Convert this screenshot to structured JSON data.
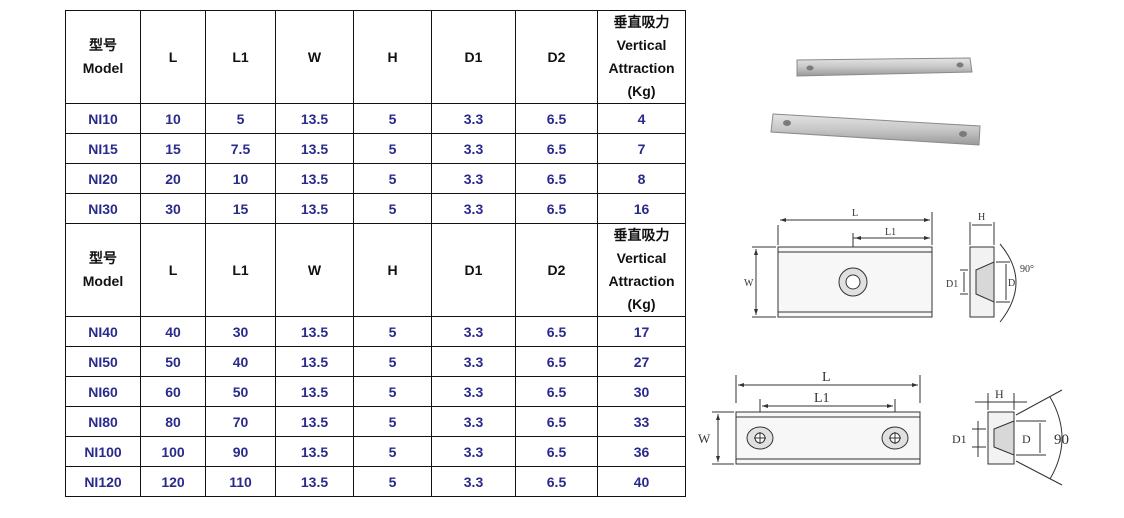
{
  "table": {
    "header": {
      "model_cn": "型号",
      "model_en": "Model",
      "L": "L",
      "L1": "L1",
      "W": "W",
      "H": "H",
      "D1": "D1",
      "D2": "D2",
      "attraction_cn": "垂直吸力",
      "attraction_en1": "Vertical",
      "attraction_en2": "Attraction",
      "attraction_unit": "(Kg)"
    },
    "group1": [
      [
        "NI10",
        "10",
        "5",
        "13.5",
        "5",
        "3.3",
        "6.5",
        "4"
      ],
      [
        "NI15",
        "15",
        "7.5",
        "13.5",
        "5",
        "3.3",
        "6.5",
        "7"
      ],
      [
        "NI20",
        "20",
        "10",
        "13.5",
        "5",
        "3.3",
        "6.5",
        "8"
      ],
      [
        "NI30",
        "30",
        "15",
        "13.5",
        "5",
        "3.3",
        "6.5",
        "16"
      ]
    ],
    "group2": [
      [
        "NI40",
        "40",
        "30",
        "13.5",
        "5",
        "3.3",
        "6.5",
        "17"
      ],
      [
        "NI50",
        "50",
        "40",
        "13.5",
        "5",
        "3.3",
        "6.5",
        "27"
      ],
      [
        "NI60",
        "60",
        "50",
        "13.5",
        "5",
        "3.3",
        "6.5",
        "30"
      ],
      [
        "NI80",
        "80",
        "70",
        "13.5",
        "5",
        "3.3",
        "6.5",
        "33"
      ],
      [
        "NI100",
        "100",
        "90",
        "13.5",
        "5",
        "3.3",
        "6.5",
        "36"
      ],
      [
        "NI120",
        "120",
        "110",
        "13.5",
        "5",
        "3.3",
        "6.5",
        "40"
      ]
    ]
  },
  "drawings": {
    "L": "L",
    "L1": "L1",
    "W": "W",
    "H": "H",
    "D1": "D1",
    "D": "D",
    "angle_small": "90°",
    "angle_large": "90"
  }
}
